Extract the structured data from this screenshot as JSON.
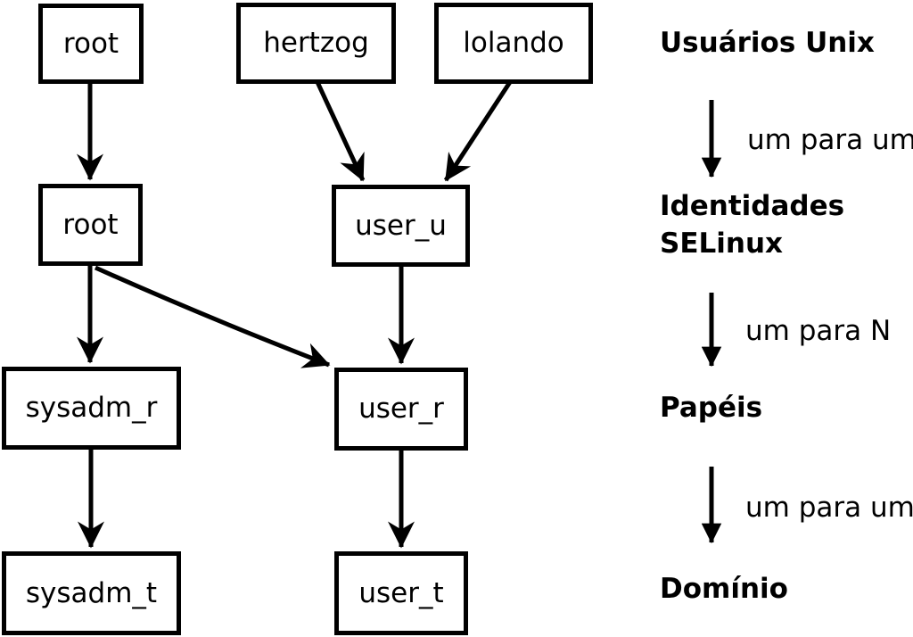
{
  "diagram": {
    "title_implicit": "SELinux identity mapping diagram",
    "colors": {
      "foreground": "#000000",
      "background": "#ffffff"
    },
    "nodes": {
      "root_unix": "root",
      "hertzog": "hertzog",
      "lolando": "lolando",
      "root_identity": "root",
      "user_u": "user_u",
      "sysadm_r": "sysadm_r",
      "user_r": "user_r",
      "sysadm_t": "sysadm_t",
      "user_t": "user_t"
    },
    "legend": {
      "level1": "Usuários Unix",
      "mapping1": "um para um",
      "level2_line1": "Identidades",
      "level2_line2": "SELinux",
      "mapping2": "um para N",
      "level3": "Papéis",
      "mapping3": "um para um",
      "level4": "Domínio"
    }
  }
}
